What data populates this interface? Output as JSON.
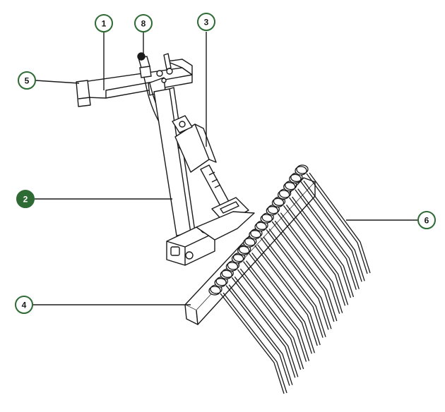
{
  "colors": {
    "accent": "#2e6b34",
    "line": "#1a1a1a",
    "callout_fill": "#ffffff",
    "active_fill": "#2e6b34",
    "active_text": "#ffffff"
  },
  "callouts": [
    {
      "id": "1",
      "label": "1",
      "active": false
    },
    {
      "id": "8",
      "label": "8",
      "active": false
    },
    {
      "id": "3",
      "label": "3",
      "active": false
    },
    {
      "id": "5",
      "label": "5",
      "active": false
    },
    {
      "id": "2",
      "label": "2",
      "active": true
    },
    {
      "id": "6",
      "label": "6",
      "active": false
    },
    {
      "id": "4",
      "label": "4",
      "active": false
    }
  ]
}
